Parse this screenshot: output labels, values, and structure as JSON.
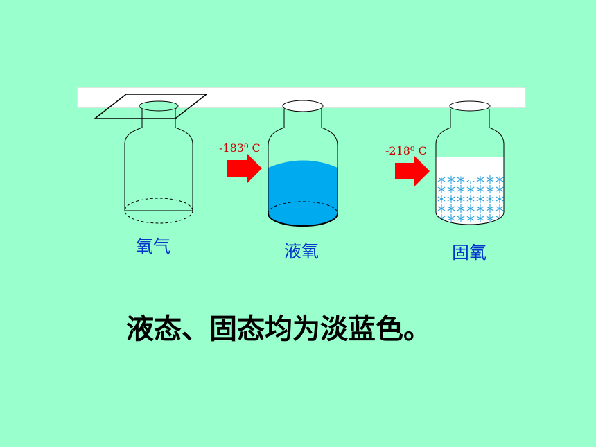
{
  "bottles": [
    {
      "label": "氧气"
    },
    {
      "label": "液氧",
      "temperature": "-183⁰ C"
    },
    {
      "label": "固氧",
      "temperature": "-218⁰ C"
    }
  ],
  "caption": "液态、固态均为淡蓝色。",
  "colors": {
    "background": "#99FFCC",
    "liquid_oxygen": "#00AAEE",
    "solid_oxygen": "#33AADD",
    "arrow": "#FF0000",
    "label_text": "#0033CC",
    "temperature_text": "#CC0000"
  }
}
